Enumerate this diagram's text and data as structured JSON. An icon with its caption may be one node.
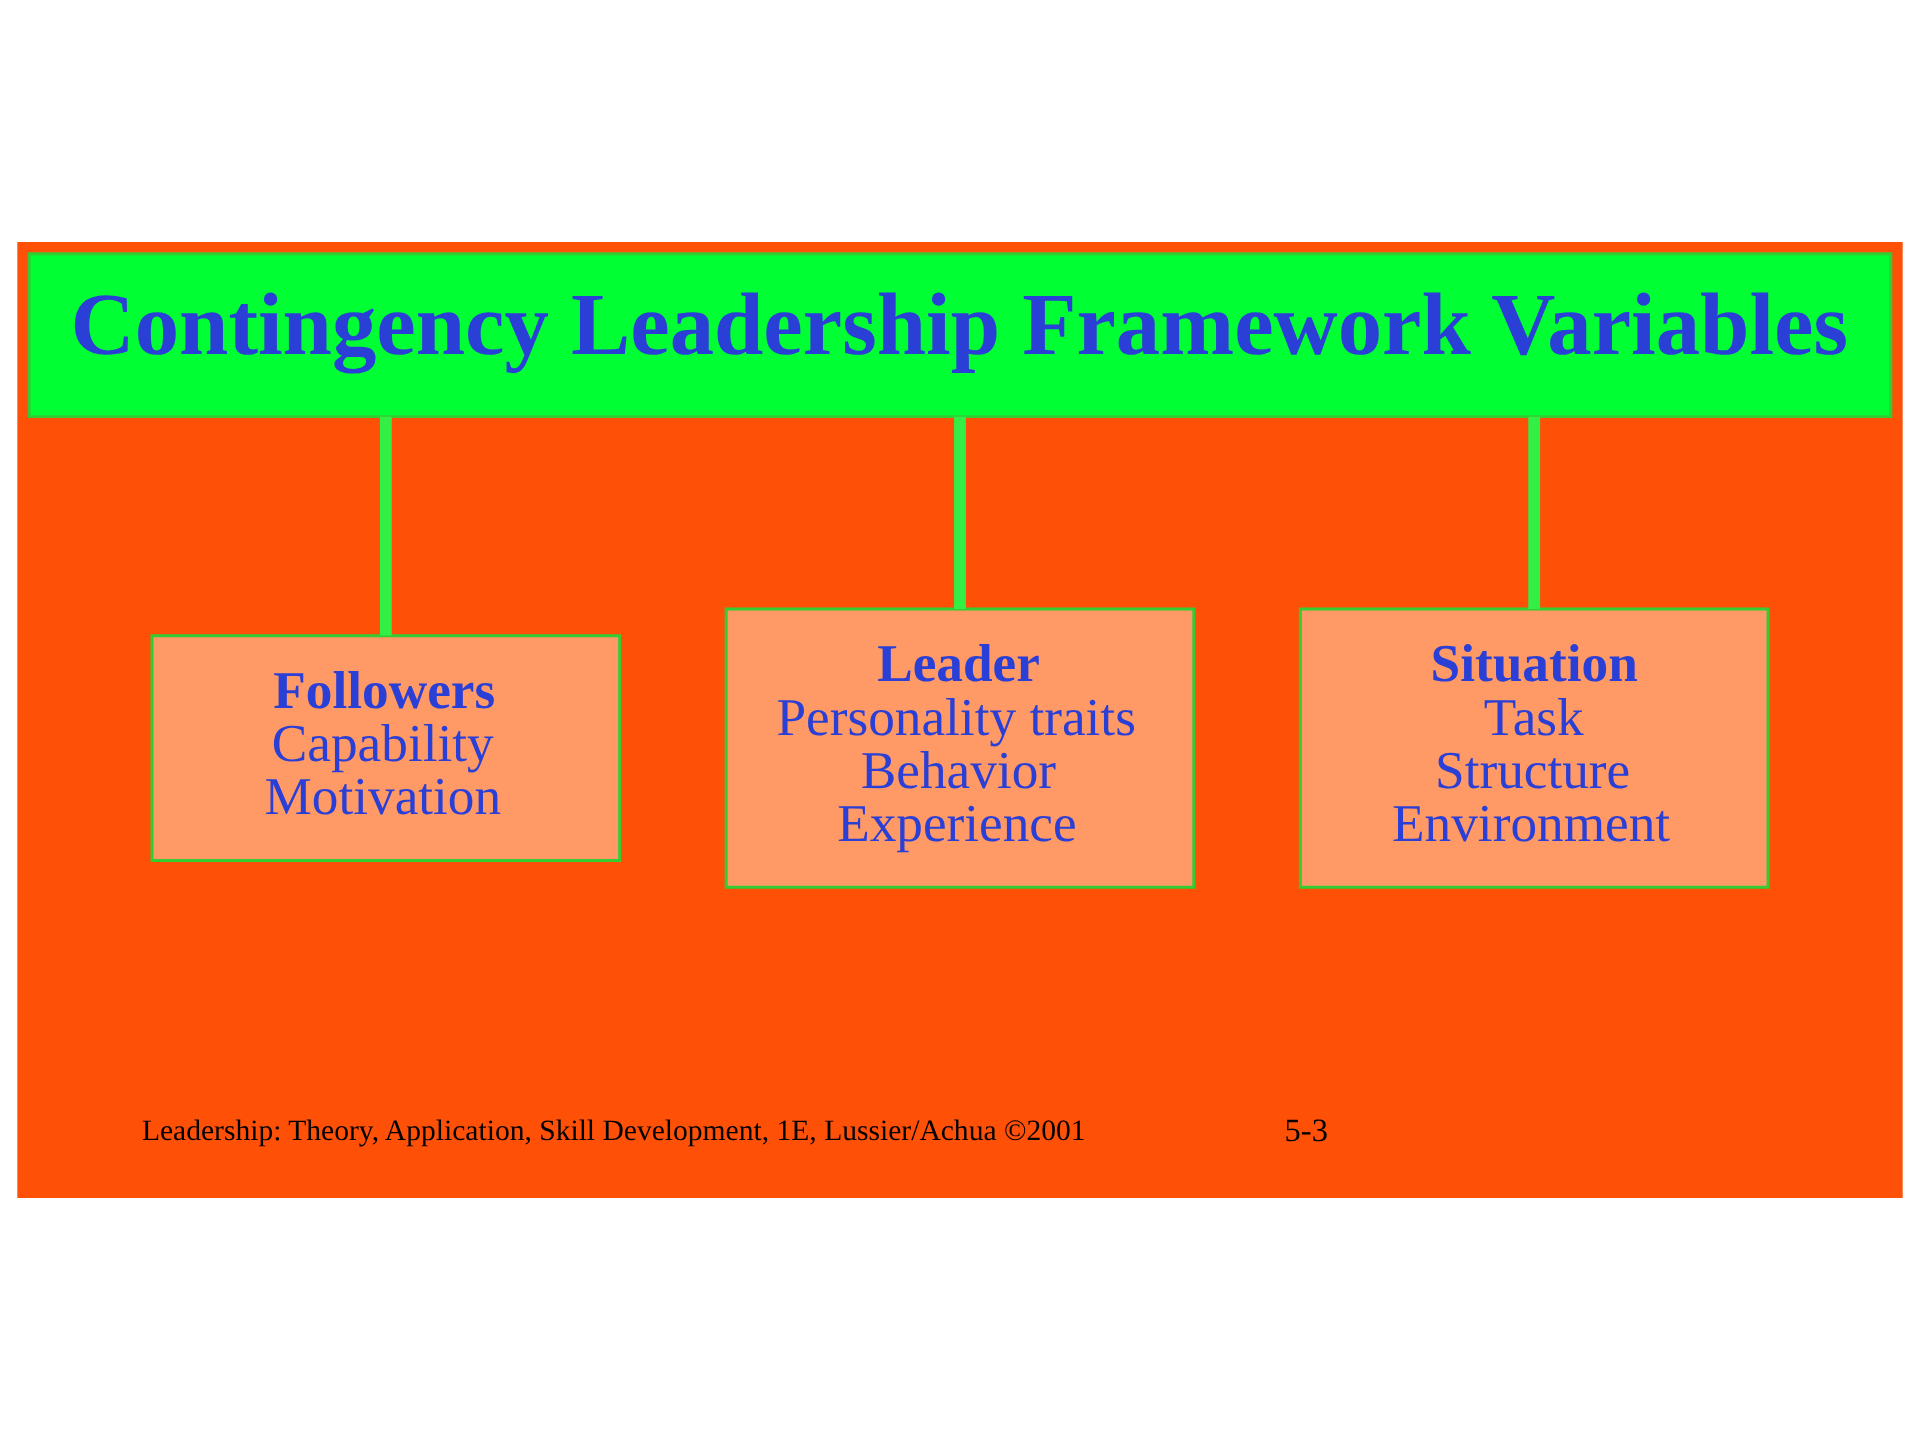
{
  "diagram": {
    "nodes": [
      {
        "text": [
          "Contingency Leadership Framework Variables"
        ]
      },
      {
        "text": [
          "Followers",
          "Capability",
          "Motivation"
        ]
      },
      {
        "text": [
          "Leader",
          "Personality traits",
          "Behavior",
          "Experience"
        ]
      },
      {
        "text": [
          "Situation",
          "Task",
          "Structure",
          "Environment"
        ]
      }
    ],
    "edges": [
      {
        "from": 0,
        "to": 1,
        "arrow": "none"
      },
      {
        "from": 0,
        "to": 2,
        "arrow": "none"
      },
      {
        "from": 0,
        "to": 3,
        "arrow": "none"
      }
    ],
    "labels": [
      "Leadership: Theory, Application, Skill Development, 1E, Lussier/Achua ©2001",
      "5-3"
    ]
  }
}
